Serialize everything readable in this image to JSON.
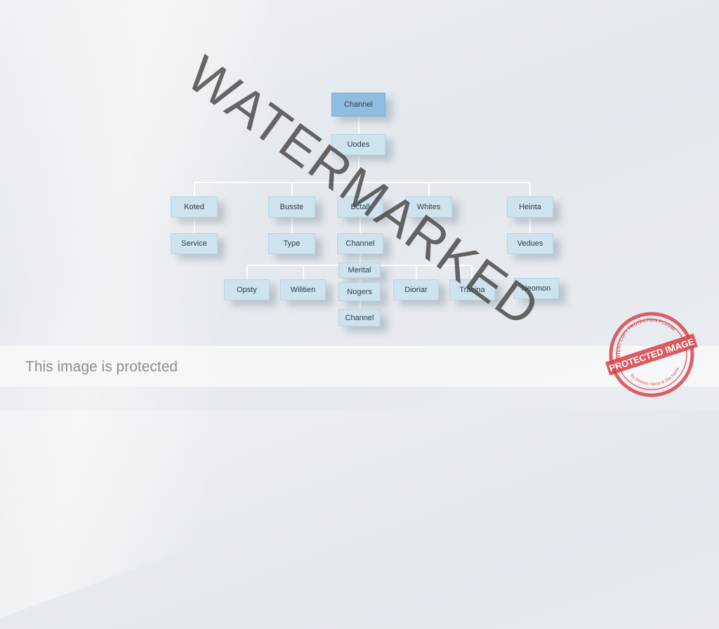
{
  "diagram": {
    "nodes": {
      "root": "Channel",
      "level1": "Uodes",
      "kated": "Koted",
      "service": "Service",
      "busste": "Busste",
      "type": "Type",
      "bctall": "Bctall",
      "channel_mid": "Channel",
      "whites": "Whites",
      "heinta": "Heinta",
      "vedues": "Vedues",
      "merital": "Merital",
      "opsty": "Opsty",
      "wilitien": "Wilitien",
      "nogers": "Nogers",
      "dioriar": "Dioriar",
      "tracina": "Tracina",
      "neomon": "Neomon",
      "channel_bottom": "Channel"
    }
  },
  "watermark": {
    "text": "WATERMARKED"
  },
  "footer": {
    "text": "This image is protected"
  },
  "stamp": {
    "main": "PROTECTED IMAGE",
    "top": "CONTENT COPY PROTECTION PLUGIN",
    "bottom": "By Website Name & Site Name",
    "color": "#d9444a"
  }
}
